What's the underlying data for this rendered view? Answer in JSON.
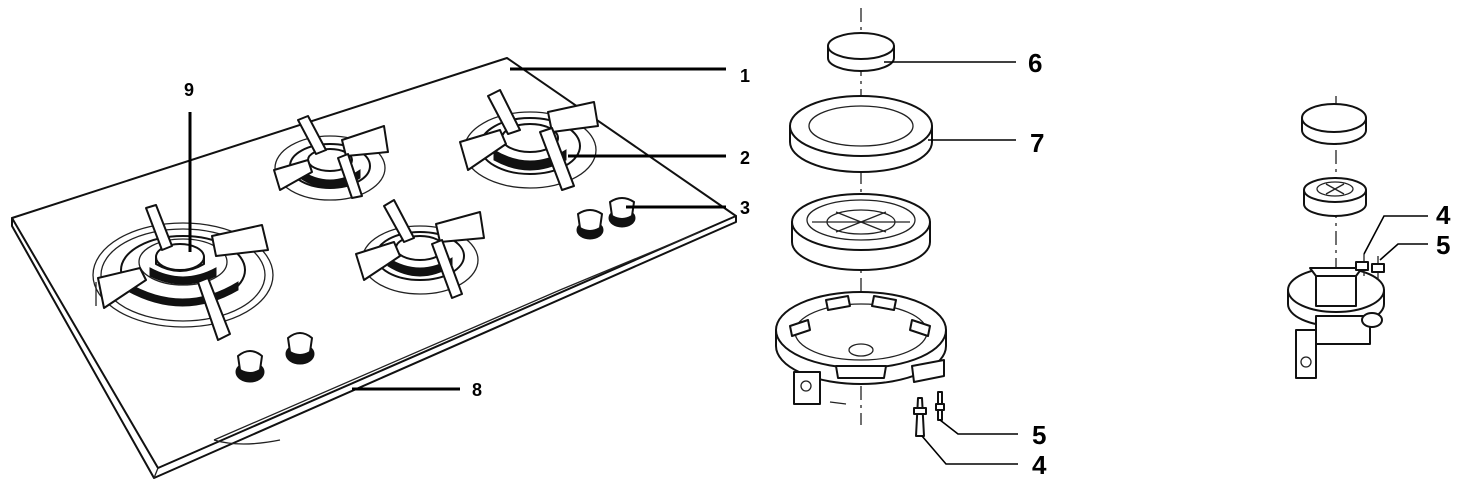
{
  "cooktop": {
    "callouts": [
      "1",
      "2",
      "3",
      "8",
      "9"
    ]
  },
  "burner_exploded": {
    "callouts": [
      "6",
      "7",
      "5",
      "4"
    ]
  },
  "small_burner": {
    "callouts": [
      "4",
      "5"
    ]
  },
  "colors": {
    "line": "#111111",
    "background": "#ffffff"
  }
}
